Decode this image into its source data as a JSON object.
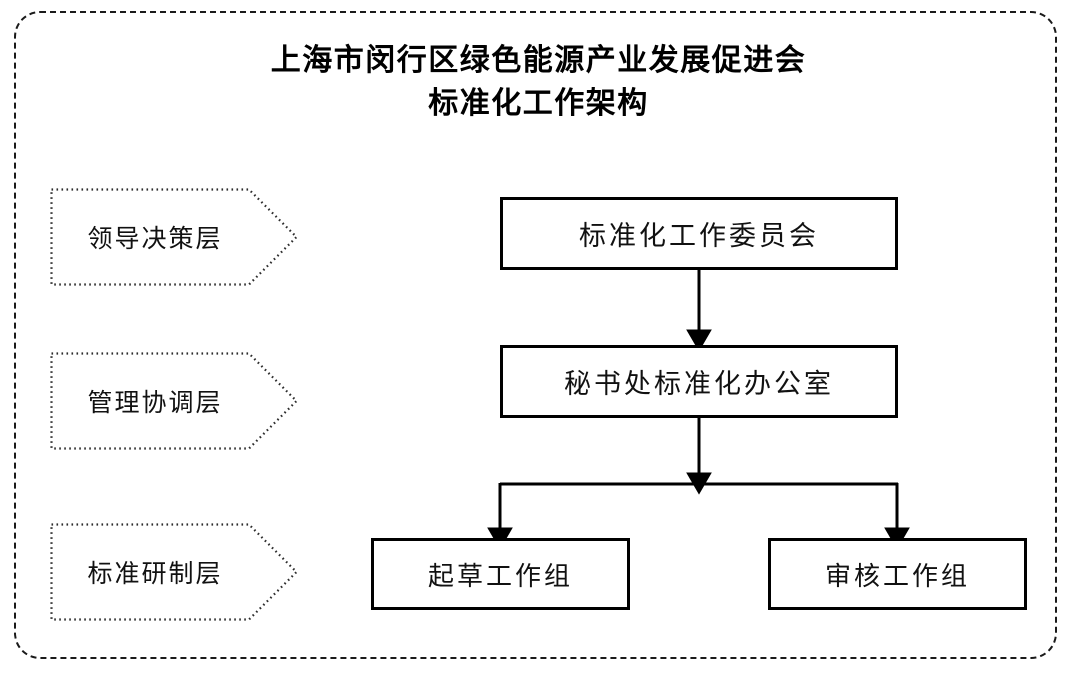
{
  "diagram": {
    "title_lines": [
      "上海市闵行区绿色能源产业发展促进会",
      "标准化工作架构"
    ],
    "layers": [
      {
        "label": "领导决策层"
      },
      {
        "label": "管理协调层"
      },
      {
        "label": "标准研制层"
      }
    ],
    "nodes": [
      {
        "id": "committee",
        "label": "标准化工作委员会",
        "layer": "领导决策层"
      },
      {
        "id": "office",
        "label": "秘书处标准化办公室",
        "layer": "管理协调层"
      },
      {
        "id": "drafting-group",
        "label": "起草工作组",
        "layer": "标准研制层"
      },
      {
        "id": "review-group",
        "label": "审核工作组",
        "layer": "标准研制层"
      }
    ],
    "edges": [
      {
        "from": "committee",
        "to": "office",
        "style": "arrow"
      },
      {
        "from": "office",
        "to": "drafting-group",
        "style": "arrow"
      },
      {
        "from": "office",
        "to": "review-group",
        "style": "arrow"
      }
    ],
    "colors": {
      "line": "#000000",
      "text": "#111111",
      "frame": "#1a1a1a",
      "background": "#ffffff"
    }
  }
}
